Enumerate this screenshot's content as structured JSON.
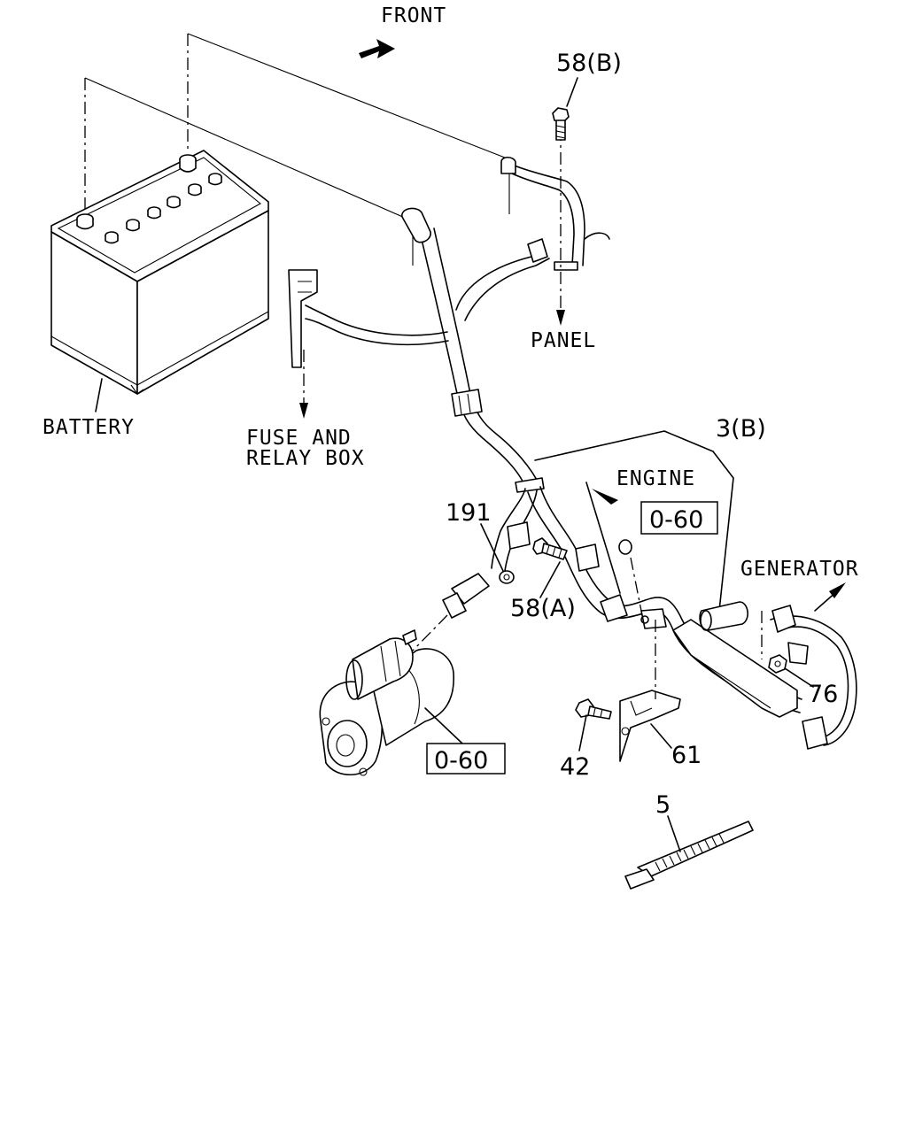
{
  "labels": {
    "front": "FRONT",
    "panel": "PANEL",
    "battery": "BATTERY",
    "fuse_line1": "FUSE AND",
    "fuse_line2": "RELAY BOX",
    "engine": "ENGINE",
    "generator": "GENERATOR"
  },
  "callouts": {
    "c58b": "58(B)",
    "c3b": "3(B)",
    "c191": "191",
    "c58a": "58(A)",
    "c76": "76",
    "c61": "61",
    "c42": "42",
    "c5": "5"
  },
  "references": {
    "ref_engine": "0-60",
    "ref_starter": "0-60"
  }
}
